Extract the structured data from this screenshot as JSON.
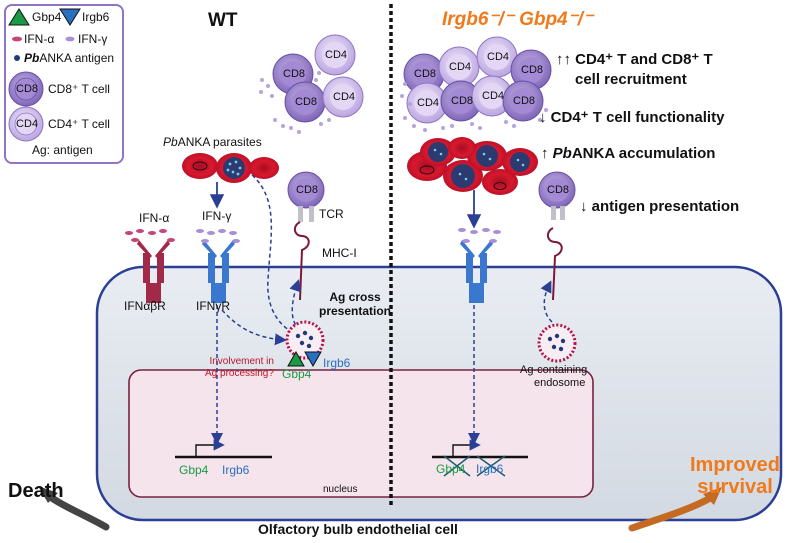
{
  "legend": {
    "gbp4": "Gbp4",
    "irgb6": "Irgb6",
    "ifn_alpha": "IFN-α",
    "ifn_gamma": "IFN-γ",
    "antigen_pb": "Pb",
    "antigen_rest": "ANKA antigen",
    "cd8_label": "CD8",
    "cd8_text": "CD8⁺ T cell",
    "cd4_label": "CD4",
    "cd4_text": "CD4⁺ T cell",
    "ag": "Ag: antigen"
  },
  "wt": {
    "title": "WT",
    "parasites_pb": "Pb",
    "parasites_rest": "ANKA parasites",
    "ifn_gamma": "IFN-γ",
    "ifn_alpha": "IFN-α",
    "tcr": "TCR",
    "mhc": "MHC-I",
    "ifnabr": "IFNαβR",
    "ifngr": "IFNγR",
    "ag_cross_1": "Ag cross",
    "ag_cross_2": "presentation",
    "involvement_1": "Involvement in",
    "involvement_2": "Ag processing?",
    "gbp4": "Gbp4",
    "irgb6": "Irgb6",
    "gene_gbp4": "Gbp4",
    "gene_irgb6": "Irgb6",
    "outcome": "Death"
  },
  "ko": {
    "title": "Irgb6⁻/⁻ Gbp4⁻/⁻",
    "effect1_a": "↑↑ CD4⁺ T and CD8⁺ T",
    "effect1_b": "cell recruitment",
    "effect2": "↓ CD4⁺ T cell functionality",
    "effect3_pre": "↑ ",
    "effect3_pb": "Pb",
    "effect3_rest": "ANKA accumulation",
    "effect4": "↓ antigen presentation",
    "endosome_1": "Ag-containing",
    "endosome_2": "endosome",
    "gene_gbp4": "Gbp4",
    "gene_irgb6": "Irgb6",
    "outcome_1": "Improved",
    "outcome_2": "survival"
  },
  "cell": {
    "nucleus": "nucleus",
    "label": "Olfactory bulb endothelial cell"
  },
  "tcells": {
    "cd8": "CD8",
    "cd4": "CD4"
  },
  "colors": {
    "orange": "#f07a1a",
    "green": "#1a9a45",
    "blue": "#2a6fc0",
    "purple": "#8f74c4",
    "red": "#c8102e",
    "maroon": "#8a1c3c"
  }
}
